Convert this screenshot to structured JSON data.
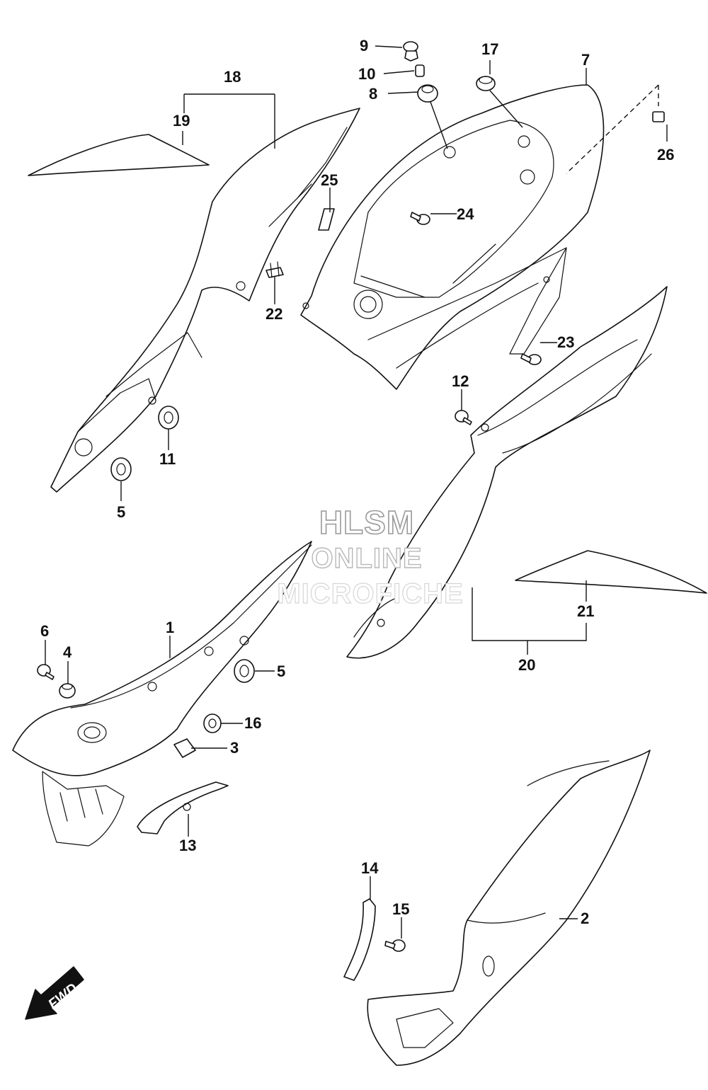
{
  "watermark": {
    "line1": "HLSM",
    "line2": "ONLINE",
    "line3": "MICROFICHE"
  },
  "direction_marker": {
    "label": "FWD",
    "icon": "fwd-arrow-icon"
  },
  "callouts": {
    "c1": "1",
    "c2": "2",
    "c3": "3",
    "c4": "4",
    "c5a": "5",
    "c5b": "5",
    "c6": "6",
    "c7": "7",
    "c8": "8",
    "c9": "9",
    "c10": "10",
    "c11": "11",
    "c12": "12",
    "c13": "13",
    "c14": "14",
    "c15": "15",
    "c16": "16",
    "c17": "17",
    "c18": "18",
    "c19": "19",
    "c20": "20",
    "c21": "21",
    "c22": "22",
    "c23": "23",
    "c24": "24",
    "c25": "25",
    "c26": "26"
  }
}
